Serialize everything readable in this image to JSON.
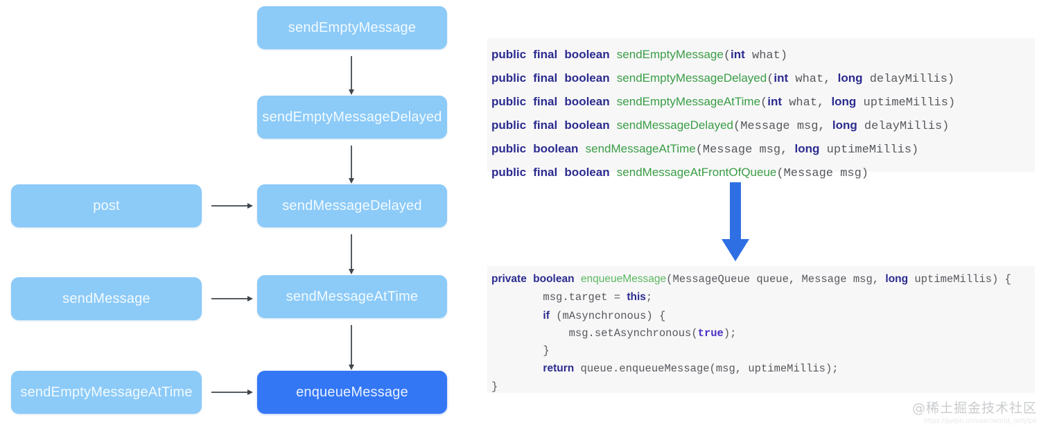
{
  "diagram": {
    "type": "flowchart",
    "nodes": [
      {
        "id": "sendEmptyMessage",
        "label": "sendEmptyMessage",
        "column": "right",
        "highlight": false
      },
      {
        "id": "sendEmptyMessageDelayed",
        "label": "sendEmptyMessageDelayed",
        "column": "right",
        "highlight": false
      },
      {
        "id": "sendMessageDelayed",
        "label": "sendMessageDelayed",
        "column": "right",
        "highlight": false
      },
      {
        "id": "sendMessageAtTime",
        "label": "sendMessageAtTime",
        "column": "right",
        "highlight": false
      },
      {
        "id": "enqueueMessage",
        "label": "enqueueMessage",
        "column": "right",
        "highlight": true
      },
      {
        "id": "post",
        "label": "post",
        "column": "left",
        "highlight": false
      },
      {
        "id": "sendMessage",
        "label": "sendMessage",
        "column": "left",
        "highlight": false
      },
      {
        "id": "sendEmptyMessageAtTime",
        "label": "sendEmptyMessageAtTime",
        "column": "left",
        "highlight": false
      }
    ],
    "edges": [
      {
        "from": "sendEmptyMessage",
        "to": "sendEmptyMessageDelayed",
        "direction": "down"
      },
      {
        "from": "sendEmptyMessageDelayed",
        "to": "sendMessageDelayed",
        "direction": "down"
      },
      {
        "from": "sendMessageDelayed",
        "to": "sendMessageAtTime",
        "direction": "down"
      },
      {
        "from": "sendMessageAtTime",
        "to": "enqueueMessage",
        "direction": "down"
      },
      {
        "from": "post",
        "to": "sendMessageDelayed",
        "direction": "right"
      },
      {
        "from": "sendMessage",
        "to": "sendMessageAtTime",
        "direction": "right"
      },
      {
        "from": "sendEmptyMessageAtTime",
        "to": "enqueueMessage",
        "direction": "right"
      }
    ],
    "colors": {
      "node": "#8ccaf8",
      "node_highlight": "#3377f5",
      "node_text": "#f2fbff",
      "arrow": "#3f454b"
    }
  },
  "code_signatures": {
    "language": "java",
    "background": "#f7f7f8",
    "lines": [
      [
        {
          "t": "public",
          "c": "k"
        },
        {
          "t": " ",
          "c": "p"
        },
        {
          "t": "final",
          "c": "k"
        },
        {
          "t": " ",
          "c": "p"
        },
        {
          "t": "boolean",
          "c": "k"
        },
        {
          "t": " ",
          "c": "p"
        },
        {
          "t": "sendEmptyMessage",
          "c": "fn"
        },
        {
          "t": "(",
          "c": "p"
        },
        {
          "t": "int",
          "c": "k"
        },
        {
          "t": " what)",
          "c": "p"
        }
      ],
      [
        {
          "t": "public",
          "c": "k"
        },
        {
          "t": " ",
          "c": "p"
        },
        {
          "t": "final",
          "c": "k"
        },
        {
          "t": " ",
          "c": "p"
        },
        {
          "t": "boolean",
          "c": "k"
        },
        {
          "t": " ",
          "c": "p"
        },
        {
          "t": "sendEmptyMessageDelayed",
          "c": "fn"
        },
        {
          "t": "(",
          "c": "p"
        },
        {
          "t": "int",
          "c": "k"
        },
        {
          "t": " what, ",
          "c": "p"
        },
        {
          "t": "long",
          "c": "k"
        },
        {
          "t": " delayMillis)",
          "c": "p"
        }
      ],
      [
        {
          "t": "public",
          "c": "k"
        },
        {
          "t": " ",
          "c": "p"
        },
        {
          "t": "final",
          "c": "k"
        },
        {
          "t": " ",
          "c": "p"
        },
        {
          "t": "boolean",
          "c": "k"
        },
        {
          "t": " ",
          "c": "p"
        },
        {
          "t": "sendEmptyMessageAtTime",
          "c": "fn"
        },
        {
          "t": "(",
          "c": "p"
        },
        {
          "t": "int",
          "c": "k"
        },
        {
          "t": " what, ",
          "c": "p"
        },
        {
          "t": "long",
          "c": "k"
        },
        {
          "t": " uptimeMillis)",
          "c": "p"
        }
      ],
      [
        {
          "t": "public",
          "c": "k"
        },
        {
          "t": " ",
          "c": "p"
        },
        {
          "t": "final",
          "c": "k"
        },
        {
          "t": " ",
          "c": "p"
        },
        {
          "t": "boolean",
          "c": "k"
        },
        {
          "t": " ",
          "c": "p"
        },
        {
          "t": "sendMessageDelayed",
          "c": "fn"
        },
        {
          "t": "(Message msg, ",
          "c": "p"
        },
        {
          "t": "long",
          "c": "k"
        },
        {
          "t": " delayMillis)",
          "c": "p"
        }
      ],
      [
        {
          "t": "public",
          "c": "k"
        },
        {
          "t": " ",
          "c": "p"
        },
        {
          "t": "boolean",
          "c": "k"
        },
        {
          "t": " ",
          "c": "p"
        },
        {
          "t": "sendMessageAtTime",
          "c": "fn"
        },
        {
          "t": "(Message msg, ",
          "c": "p"
        },
        {
          "t": "long",
          "c": "k"
        },
        {
          "t": " uptimeMillis)",
          "c": "p"
        }
      ],
      [
        {
          "t": "public",
          "c": "k"
        },
        {
          "t": " ",
          "c": "p"
        },
        {
          "t": "final",
          "c": "k"
        },
        {
          "t": " ",
          "c": "p"
        },
        {
          "t": "boolean",
          "c": "k"
        },
        {
          "t": " ",
          "c": "p"
        },
        {
          "t": "sendMessageAtFrontOfQueue",
          "c": "fn"
        },
        {
          "t": "(Message msg)",
          "c": "p"
        }
      ]
    ]
  },
  "code_enqueue": {
    "language": "java",
    "background": "#f7f7f8",
    "lines": [
      [
        {
          "t": "private",
          "c": "k"
        },
        {
          "t": " ",
          "c": "p"
        },
        {
          "t": "boolean",
          "c": "k"
        },
        {
          "t": " ",
          "c": "p"
        },
        {
          "t": "enqueueMessage",
          "c": "fn2"
        },
        {
          "t": "(MessageQueue queue, Message msg, ",
          "c": "p"
        },
        {
          "t": "long",
          "c": "k"
        },
        {
          "t": " uptimeMillis) {",
          "c": "p"
        }
      ],
      [
        {
          "t": "        msg.target = ",
          "c": "p"
        },
        {
          "t": "this",
          "c": "k"
        },
        {
          "t": ";",
          "c": "p"
        }
      ],
      [
        {
          "t": "        ",
          "c": "p"
        },
        {
          "t": "if",
          "c": "k"
        },
        {
          "t": " (mAsynchronous) {",
          "c": "p"
        }
      ],
      [
        {
          "t": "            msg.setAsynchronous(",
          "c": "p"
        },
        {
          "t": "true",
          "c": "kw-purple"
        },
        {
          "t": ");",
          "c": "p"
        }
      ],
      [
        {
          "t": "        }",
          "c": "p"
        }
      ],
      [
        {
          "t": "        ",
          "c": "p"
        },
        {
          "t": "return",
          "c": "k"
        },
        {
          "t": " queue.enqueueMessage(msg, uptimeMillis);",
          "c": "p"
        }
      ],
      [
        {
          "t": "}",
          "c": "p"
        }
      ]
    ]
  },
  "big_arrow": {
    "direction": "down",
    "color": "#2f6fe4"
  },
  "watermark": {
    "title": "@稀土掘金技术社区",
    "url": "https://juejin.cn/user/world_onlylpx"
  }
}
